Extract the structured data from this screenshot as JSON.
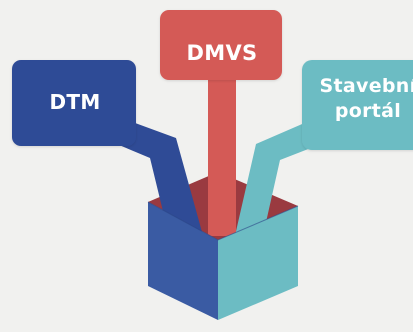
{
  "sources": [
    {
      "id": "dtm",
      "label": "DTM",
      "color": "#2f4b96"
    },
    {
      "id": "dmvs",
      "label": "DMVS",
      "color": "#d45a56"
    },
    {
      "id": "stavebni",
      "label_line1": "Stavební",
      "label_line2": "portál",
      "color": "#6cbcc3"
    }
  ],
  "cube": {
    "left_face_color": "#3a5ba3",
    "right_face_color": "#6cbcc3",
    "top_face_color": "#9a3a40"
  },
  "background_color": "#f1f1ef"
}
